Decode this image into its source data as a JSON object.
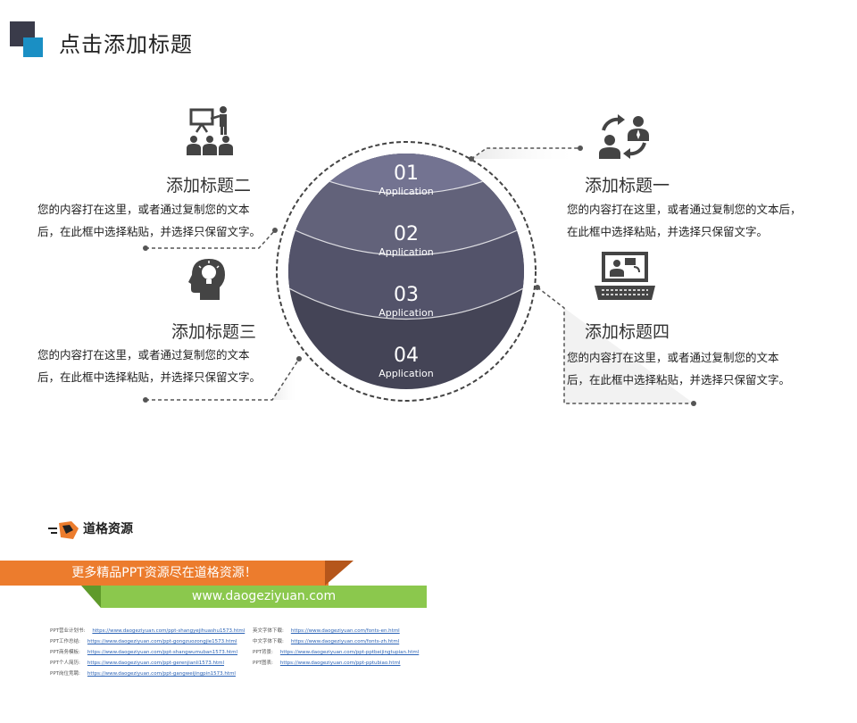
{
  "page": {
    "title": "点击添加标题"
  },
  "sphere": {
    "segments": [
      {
        "num": "01",
        "label": "Application",
        "color": "#737391"
      },
      {
        "num": "02",
        "label": "Application",
        "color": "#62627a"
      },
      {
        "num": "03",
        "label": "Application",
        "color": "#53536a"
      },
      {
        "num": "04",
        "label": "Application",
        "color": "#444456"
      }
    ]
  },
  "items": {
    "one": {
      "title": "添加标题一",
      "line1": "您的内容打在这里，或者通过复制您的文本后，",
      "line2": "在此框中选择粘贴，并选择只保留文字。",
      "icon": "user-exchange-icon"
    },
    "two": {
      "title": "添加标题二",
      "line1": "您的内容打在这里，或者通过复制您的文本",
      "line2": "后，在此框中选择粘贴，并选择只保留文字。",
      "icon": "presentation-audience-icon"
    },
    "three": {
      "title": "添加标题三",
      "line1": "您的内容打在这里，或者通过复制您的文本",
      "line2": "后，在此框中选择粘贴，并选择只保留文字。",
      "icon": "head-lightbulb-icon"
    },
    "four": {
      "title": "添加标题四",
      "line1": "您的内容打在这里，或者通过复制您的文本",
      "line2": "后，在此框中选择粘贴，并选择只保留文字。",
      "icon": "laptop-chat-icon"
    }
  },
  "footer": {
    "brand": "道格资源",
    "banner": "更多精品PPT资源尽在道格资源！",
    "url": "www.daogeziyuan.com",
    "links_left": [
      {
        "label": "PPT营业计划书:",
        "url": "https://www.daogeziyuan.com/ppt-shangyejihuashu1573.html"
      },
      {
        "label": "PPT工作总结:",
        "url": "https://www.daogeziyuan.com/ppt-gongzuozongjie1573.html"
      },
      {
        "label": "PPT商务模板:",
        "url": "https://www.daogeziyuan.com/ppt-shangwumuban1573.html"
      },
      {
        "label": "PPT个人简历:",
        "url": "https://www.daogeziyuan.com/ppt-gerenjianli1573.html"
      },
      {
        "label": "PPT岗位竞聘:",
        "url": "https://www.daogeziyuan.com/ppt-gangweijingpin1573.html"
      }
    ],
    "links_right": [
      {
        "label": "英文字体下载:",
        "url": "https://www.daogeziyuan.com/fonts-en.html"
      },
      {
        "label": "中文字体下载:",
        "url": "https://www.daogeziyuan.com/fonts-zh.html"
      },
      {
        "label": "PPT背景:",
        "url": "https://www.daogeziyuan.com/ppt-pptbeijingtupian.html"
      },
      {
        "label": "PPT图表:",
        "url": "https://www.daogeziyuan.com/ppt-pptubiao.html"
      }
    ]
  }
}
